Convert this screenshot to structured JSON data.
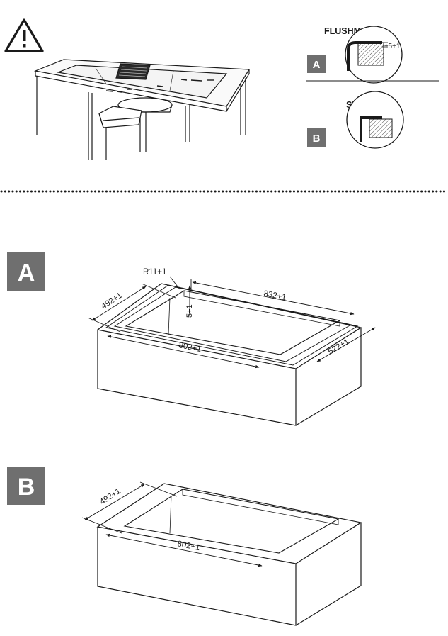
{
  "top": {
    "option_a_label": "FLUSHMOUNT",
    "option_a_tolerance": "±5+1",
    "option_a_badge": "A",
    "option_b_label": "SLIMTOP",
    "option_b_badge": "B"
  },
  "section_a": {
    "badge": "A",
    "radius": "R11+1",
    "width_outer": "832+1",
    "depth_outer": "522+1",
    "width_inner": "802+1",
    "depth_inner": "492+1",
    "rebate_depth": "5+1"
  },
  "section_b": {
    "badge": "B",
    "width": "802+1",
    "depth": "492+1"
  },
  "colors": {
    "line": "#1a1a1a",
    "badge_fill": "#6f6f6f",
    "badge_text": "#ffffff",
    "hob_top": "#f4f4f4"
  }
}
